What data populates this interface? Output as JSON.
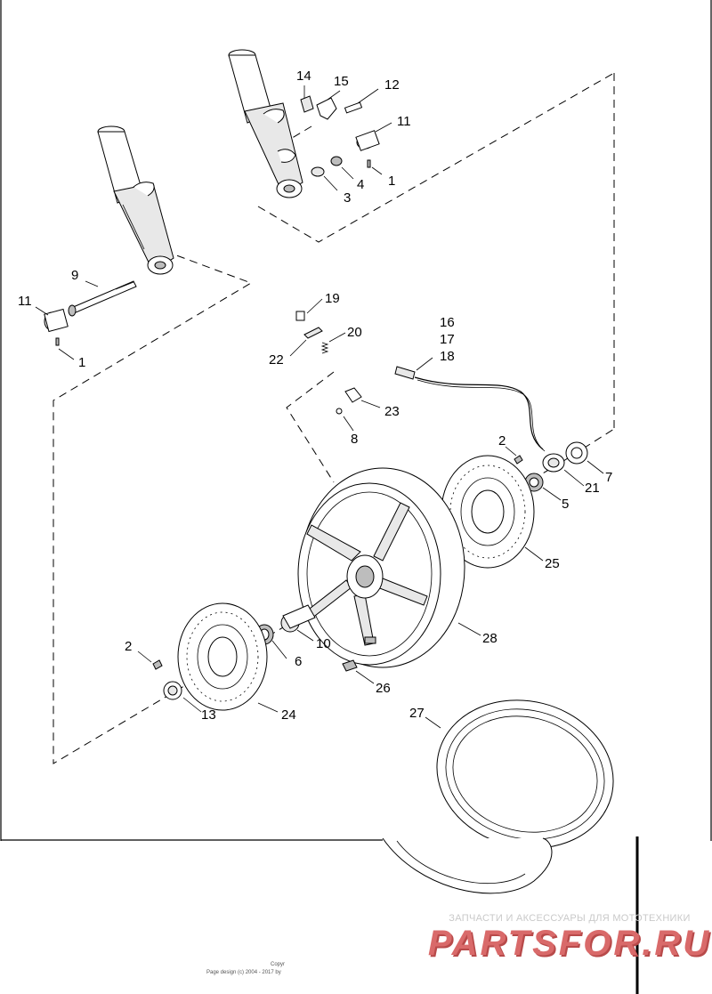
{
  "callouts": {
    "c14": "14",
    "c15": "15",
    "c12": "12",
    "c11a": "11",
    "c4": "4",
    "c1a": "1",
    "c3": "3",
    "c9": "9",
    "c11b": "11",
    "c1b": "1",
    "c19": "19",
    "c20": "20",
    "c22": "22",
    "c16": "16",
    "c17": "17",
    "c18": "18",
    "c23": "23",
    "c8": "8",
    "c2a": "2",
    "c7": "7",
    "c21": "21",
    "c5": "5",
    "c25": "25",
    "c28": "28",
    "c10": "10",
    "c2b": "2",
    "c6": "6",
    "c26": "26",
    "c13": "13",
    "c24": "24",
    "c27": "27"
  },
  "watermark": {
    "tagline": "ЗАПЧАСТИ И АКСЕССУАРЫ ДЛЯ МОТОТЕХНИКИ",
    "brand": "PARTSFOR.RU"
  },
  "footer": {
    "copyright": "Copyr",
    "page_design": "Page design (c) 2004 - 2017 by"
  }
}
